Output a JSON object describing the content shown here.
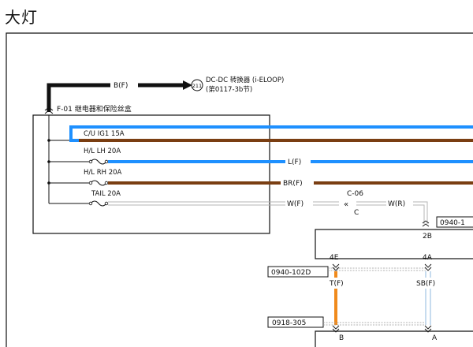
{
  "title": "大灯",
  "source": {
    "wire_label": "B(F)",
    "connector_number": "211",
    "line1": "DC-DC 转换器 (i-ELOOP)",
    "line2": "(第0117-3b节)"
  },
  "fuse_box": {
    "title": "F-01 继电器和保险丝盒",
    "fuses": [
      {
        "label": "C/U IG1 15A"
      },
      {
        "label": "H/L LH 20A"
      },
      {
        "label": "H/L RH 20A"
      },
      {
        "label": "TAIL 20A"
      }
    ]
  },
  "wires": {
    "lh": "L(F)",
    "rh": "BR(F)",
    "tail_left": "W(F)",
    "tail_right": "W(R)",
    "orange": "T(F)",
    "sky": "SB(F)"
  },
  "connectors": {
    "c06": "C-06",
    "c06_pin": "C",
    "ref_top": "0940-1",
    "ref_mid": "0940-102D",
    "ref_bot": "0918-305",
    "pin_2b": "2B",
    "pin_4e": "4E",
    "pin_4a": "4A",
    "pin_b": "B",
    "pin_a": "A"
  },
  "colors": {
    "blue": "#1e90ff",
    "brown": "#7a3e12",
    "orange": "#f08a1c",
    "light_blue": "#cfe4f7",
    "white_wire": "#c8c8c8",
    "black": "#111111"
  }
}
